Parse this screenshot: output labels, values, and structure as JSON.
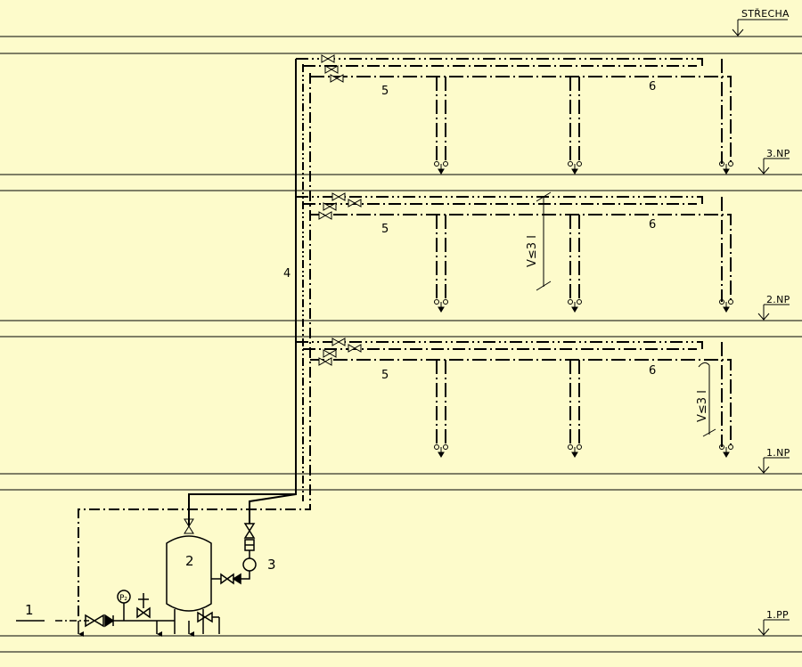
{
  "colors": {
    "background": "#fdfbcb",
    "line": "#000000"
  },
  "levels": [
    {
      "key": "strecha",
      "label": "STŘECHA"
    },
    {
      "key": "np3",
      "label": "3.NP"
    },
    {
      "key": "np2",
      "label": "2.NP"
    },
    {
      "key": "np1",
      "label": "1.NP"
    },
    {
      "key": "pp1",
      "label": "1.PP"
    }
  ],
  "components": {
    "supply": "1",
    "tank": "2",
    "pump": "3",
    "riser": "4",
    "floor_pipe_a": "5",
    "floor_pipe_b": "6"
  },
  "annotations": {
    "volume_3np": "V≤3 l",
    "volume_2np": "V≤3 l",
    "gauge": "P₂"
  }
}
